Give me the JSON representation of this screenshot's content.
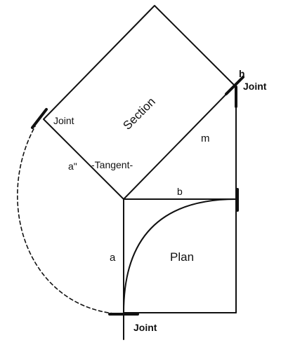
{
  "labels": {
    "section": "Section",
    "tangent": "-Tangent-",
    "joint_left": "Joint",
    "joint_top_right": "Joint",
    "joint_bottom": "Joint",
    "plan": "Plan",
    "a": "a",
    "a_double": "a\"",
    "b": "b",
    "m": "m",
    "h": "h"
  },
  "colors": {
    "ink": "#111111",
    "background": "#ffffff"
  }
}
